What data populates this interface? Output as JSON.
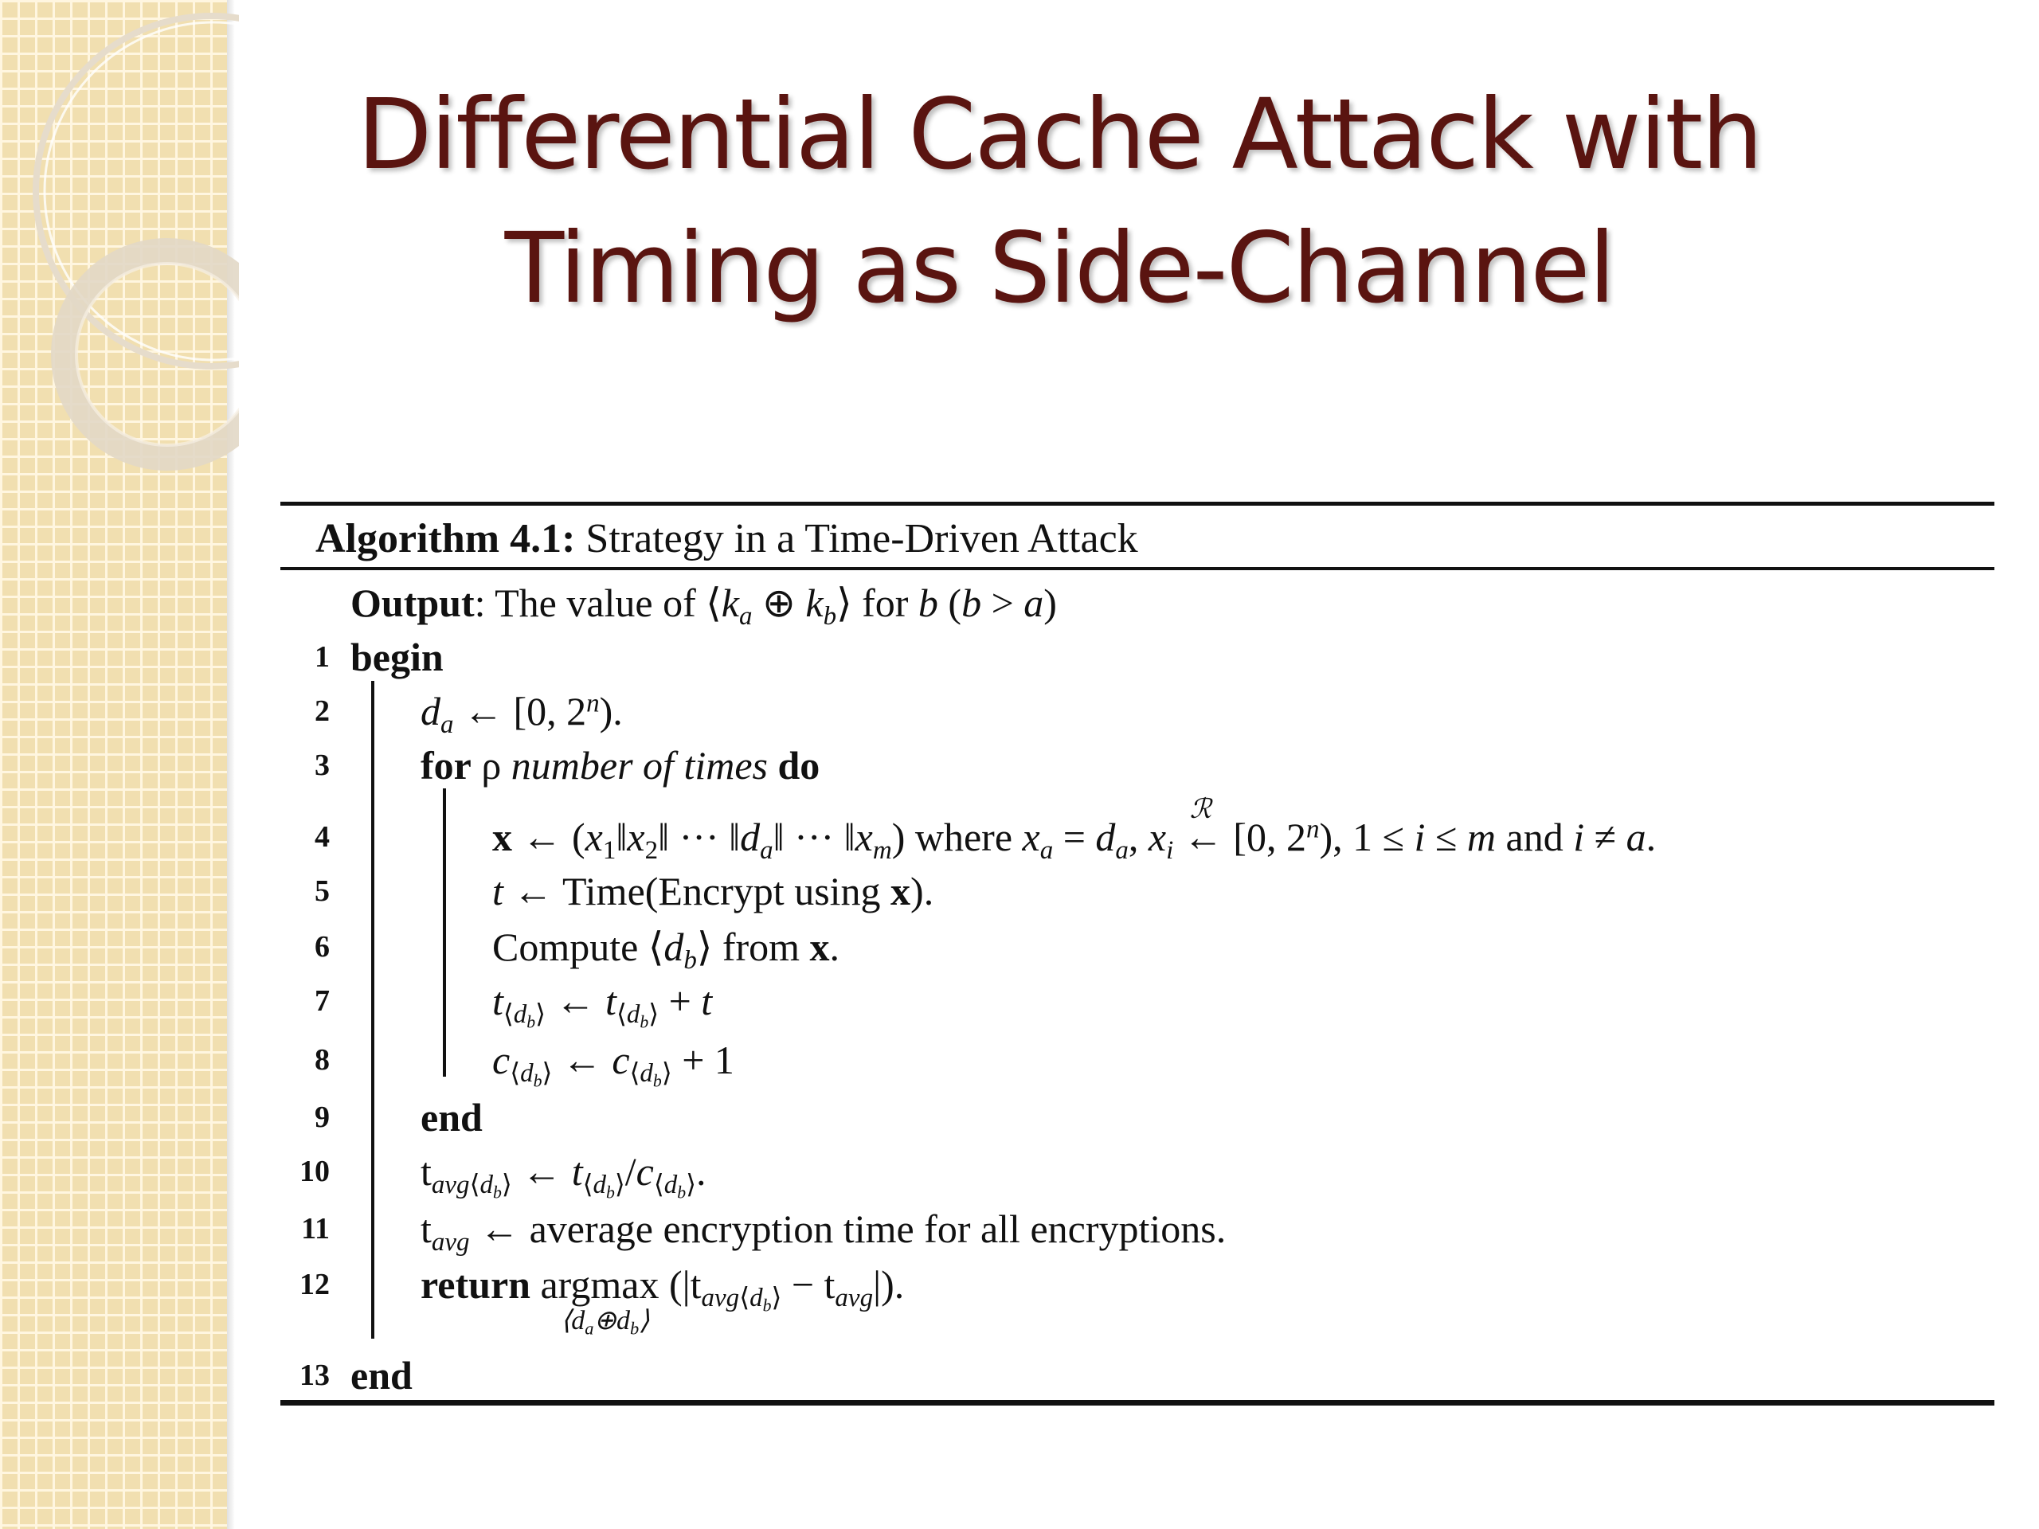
{
  "slide": {
    "title_line1": "Differential Cache Attack with",
    "title_line2": "Timing as Side-Channel"
  },
  "algorithm": {
    "label": "Algorithm 4.1:",
    "caption": "Strategy in a Time-Driven Attack",
    "output_keyword": "Output",
    "output_text": ": The value of ⟨k_a ⊕ k_b⟩ for b (b > a)",
    "lines": [
      {
        "num": "1",
        "text": "begin"
      },
      {
        "num": "2",
        "text": "d_a ← [0, 2^n)."
      },
      {
        "num": "3",
        "text": "for ρ number of times do"
      },
      {
        "num": "4",
        "text": "x ← (x_1‖x_2‖···‖d_a‖···‖x_m) where x_a = d_a, x_i ←R [0, 2^n), 1 ≤ i ≤ m and i ≠ a."
      },
      {
        "num": "5",
        "text": "t ← Time(Encrypt using x)."
      },
      {
        "num": "6",
        "text": "Compute ⟨d_b⟩ from x."
      },
      {
        "num": "7",
        "text": "t_⟨d_b⟩ ← t_⟨d_b⟩ + t"
      },
      {
        "num": "8",
        "text": "c_⟨d_b⟩ ← c_⟨d_b⟩ + 1"
      },
      {
        "num": "9",
        "text": "end"
      },
      {
        "num": "10",
        "text": "t_avg⟨d_b⟩ ← t_⟨d_b⟩ / c_⟨d_b⟩."
      },
      {
        "num": "11",
        "text": "t_avg ← average encryption time for all encryptions."
      },
      {
        "num": "12",
        "text": "return argmax_⟨d_a⊕d_b⟩ (|t_avg⟨d_b⟩ − t_avg|)."
      },
      {
        "num": "13",
        "text": "end"
      }
    ]
  }
}
